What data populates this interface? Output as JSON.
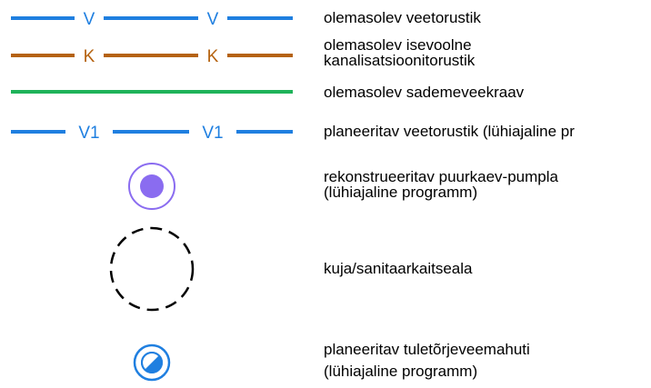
{
  "colors": {
    "water": "#1f7fe0",
    "sewer": "#b5620f",
    "storm": "#1fb35a",
    "pump": "#8a6cf0",
    "fire_reservoir": "#1f7fe0",
    "text": "#000000"
  },
  "legend": [
    {
      "symbol": "line-water",
      "letter": "V",
      "lines": [
        "olemasolev veetorustik"
      ]
    },
    {
      "symbol": "line-sewer",
      "letter": "K",
      "lines": [
        "olemasolev isevoolne",
        "kanalisatsioonitorustik"
      ]
    },
    {
      "symbol": "line-storm",
      "lines": [
        "olemasolev sademeveekraav"
      ]
    },
    {
      "symbol": "line-water-planned",
      "letter": "V1",
      "lines": [
        "planeeritav veetorustik (lühiajaline pr"
      ]
    },
    {
      "symbol": "pump-circle",
      "lines": [
        "rekonstrueeritav puurkaev-pumpla",
        "(lühiajaline programm)"
      ]
    },
    {
      "symbol": "dashed-circle",
      "lines": [
        "kuja/sanitaarkaitseala"
      ]
    },
    {
      "symbol": "fire-reservoir-icon",
      "lines": [
        "planeeritav tuletõrjeveemahuti",
        "(lühiajaline programm)"
      ]
    }
  ]
}
